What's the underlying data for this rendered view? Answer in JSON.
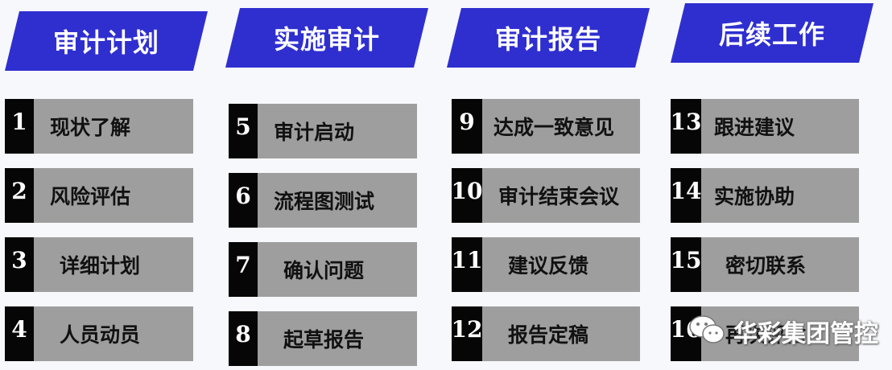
{
  "colors": {
    "phase_bg": "#2f2fd0",
    "step_bg": "#9e9e9e",
    "number_bg": "#060606"
  },
  "phases": [
    {
      "title": "审计计划",
      "steps": [
        {
          "num": "1",
          "label": "现状了解"
        },
        {
          "num": "2",
          "label": "风险评估"
        },
        {
          "num": "3",
          "label": "详细计划"
        },
        {
          "num": "4",
          "label": "人员动员"
        }
      ]
    },
    {
      "title": "实施审计",
      "steps": [
        {
          "num": "5",
          "label": "审计启动"
        },
        {
          "num": "6",
          "label": "流程图测试"
        },
        {
          "num": "7",
          "label": "确认问题"
        },
        {
          "num": "8",
          "label": "起草报告"
        }
      ]
    },
    {
      "title": "审计报告",
      "steps": [
        {
          "num": "9",
          "label": "达成一致意见"
        },
        {
          "num": "10",
          "label": "审计结束会议"
        },
        {
          "num": "11",
          "label": "建议反馈"
        },
        {
          "num": "12",
          "label": "报告定稿"
        }
      ]
    },
    {
      "title": "后续工作",
      "steps": [
        {
          "num": "13",
          "label": "跟进建议"
        },
        {
          "num": "14",
          "label": "实施协助"
        },
        {
          "num": "15",
          "label": "密切联系"
        },
        {
          "num": "16",
          "label": "再次评估"
        }
      ]
    }
  ],
  "watermark": {
    "text": "华彩集团管控",
    "icon": "wechat-icon"
  }
}
